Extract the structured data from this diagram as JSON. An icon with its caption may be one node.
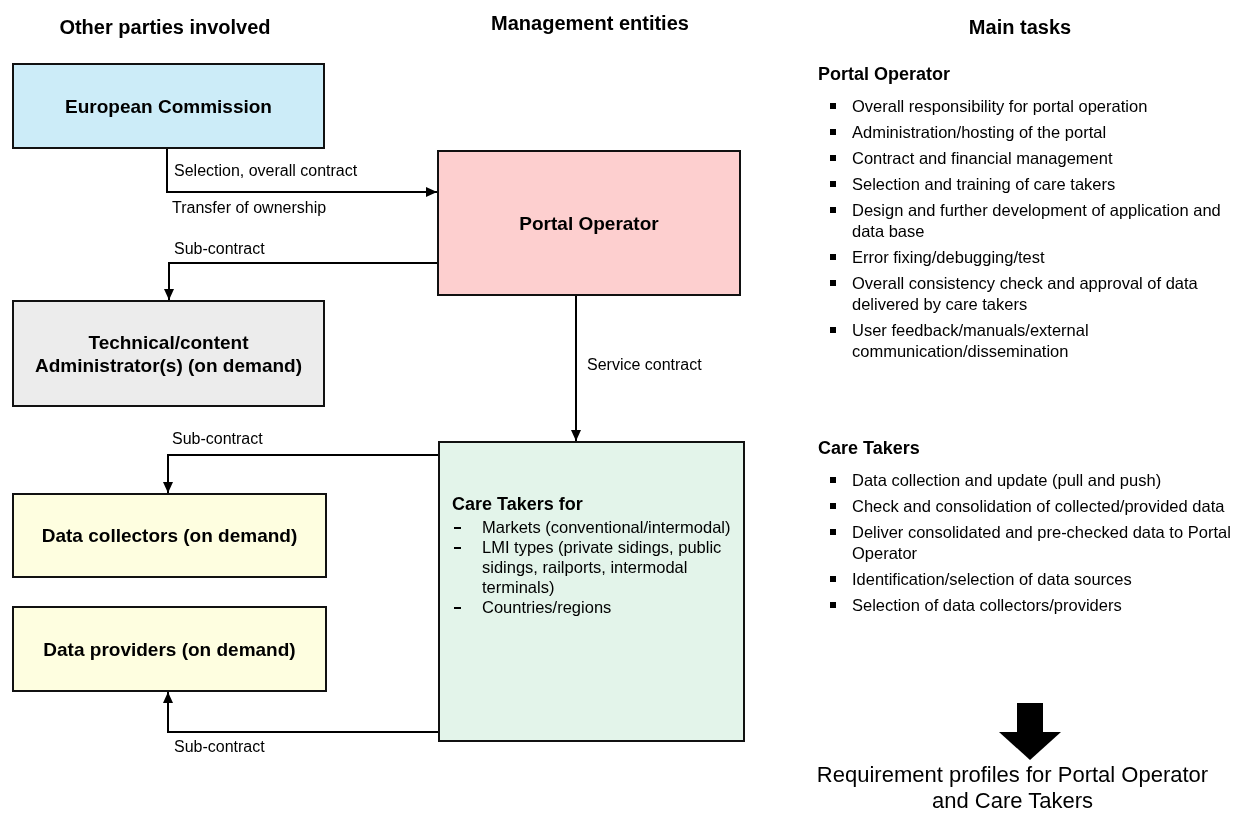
{
  "diagram": {
    "nodes": [
      {
        "text": [
          "European Commission"
        ]
      },
      {
        "text": [
          "Portal Operator"
        ]
      },
      {
        "text": [
          "Technical/content Administrator(s) (on demand)"
        ]
      },
      {
        "text": [
          "Data collectors (on demand)"
        ]
      },
      {
        "text": [
          "Data providers (on demand)"
        ]
      },
      {
        "text": [
          "Care Takers for",
          "Markets (conventional/intermodal)",
          "LMI types (private sidings, public sidings, railports, intermodal terminals)",
          "Countries/regions"
        ]
      },
      {
        "text": [
          "Requirement profiles for Portal Operator and Care Takers"
        ]
      }
    ],
    "edges": [
      {
        "from": 0,
        "to": 1,
        "arrow": "to",
        "label": "Selection, overall contract"
      },
      {
        "from": 1,
        "to": 2,
        "arrow": "to",
        "label": "Sub-contract"
      },
      {
        "from": 1,
        "to": 5,
        "arrow": "to",
        "label": "Service contract"
      },
      {
        "from": 5,
        "to": 3,
        "arrow": "to",
        "label": "Sub-contract"
      },
      {
        "from": 5,
        "to": 4,
        "arrow": "to",
        "label": "Sub-contract"
      },
      {
        "from": null,
        "to": 6,
        "arrow": "to",
        "style": "thick"
      }
    ],
    "labels": [
      "Other parties involved",
      "Management entities",
      "Main tasks",
      "Transfer of ownership",
      "Portal Operator",
      "Overall responsibility for portal operation",
      "Administration/hosting of the portal",
      "Contract and financial management",
      "Selection and training of care takers",
      "Design and further development of application and data base",
      "Error fixing/debugging/test",
      "Overall consistency check and approval of data delivered by care takers",
      "User feedback/manuals/external communication/dissemination",
      "Care Takers",
      "Data collection and update (pull and push)",
      "Check and consolidation of collected/provided data",
      "Deliver consolidated and pre-checked data to Portal Operator",
      "Identification/selection of data sources",
      "Selection of data collectors/providers"
    ]
  }
}
